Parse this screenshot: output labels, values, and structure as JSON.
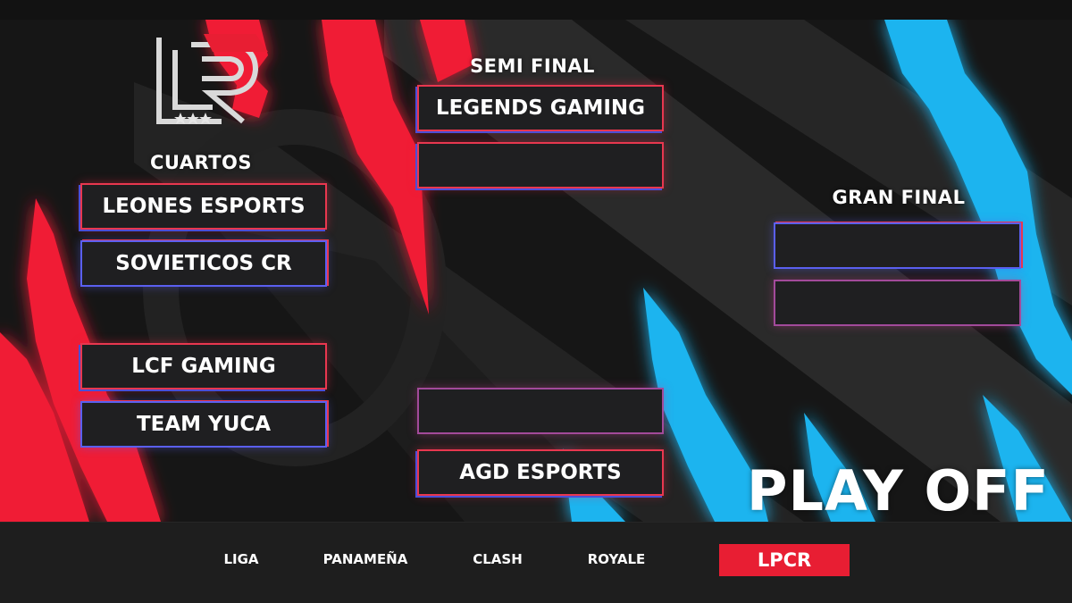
{
  "bracket": {
    "quarterfinals": {
      "title": "CUARTOS",
      "teams": [
        "LEONES ESPORTS",
        "SOVIETICOS CR",
        "LCF GAMING",
        "TEAM YUCA"
      ]
    },
    "semifinals": {
      "title": "SEMI FINAL",
      "teams": [
        "LEGENDS GAMING",
        "",
        "",
        "AGD ESPORTS"
      ]
    },
    "grand_final": {
      "title": "GRAN FINAL",
      "teams": [
        "",
        ""
      ]
    }
  },
  "stage_title": "PLAY OFF",
  "footer": {
    "items": [
      "LIGA",
      "PANAMEÑA",
      "CLASH",
      "ROYALE"
    ],
    "active": "LPCR"
  },
  "logo": {
    "icon": "lcr-logo-icon"
  },
  "colors": {
    "red_accent": "#e81e33",
    "blue_accent": "#1fb4ef",
    "slot_bg": "#1f1f21",
    "background": "#141414"
  }
}
